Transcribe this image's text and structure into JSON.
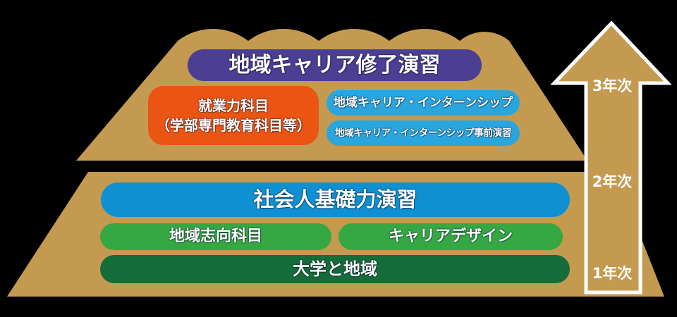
{
  "background_color": "#000000",
  "colors": {
    "tan": "#c49a50",
    "outline": "#ffffff",
    "text": "#ffffff",
    "purple": "#4b3e93",
    "orange": "#ea5514",
    "lightblue": "#2aa6de",
    "blue": "#0f90d2",
    "green": "#35a843",
    "darkgreen": "#146c39"
  },
  "upper_tier": {
    "title": "地域キャリア修了演習",
    "employability": {
      "line1": "就業力科目",
      "line2": "（学部専門教育科目等）"
    },
    "internship": "地域キャリア・インターンシップ",
    "internship_prep": "地域キャリア・インターンシップ事前演習"
  },
  "lower_tier": {
    "title": "社会人基礎力演習",
    "regional_subjects": "地域志向科目",
    "career_design": "キャリアデザイン",
    "foundation": "大学と地域"
  },
  "arrow": {
    "year3": "3年次",
    "year2": "2年次",
    "year1": "1年次"
  }
}
